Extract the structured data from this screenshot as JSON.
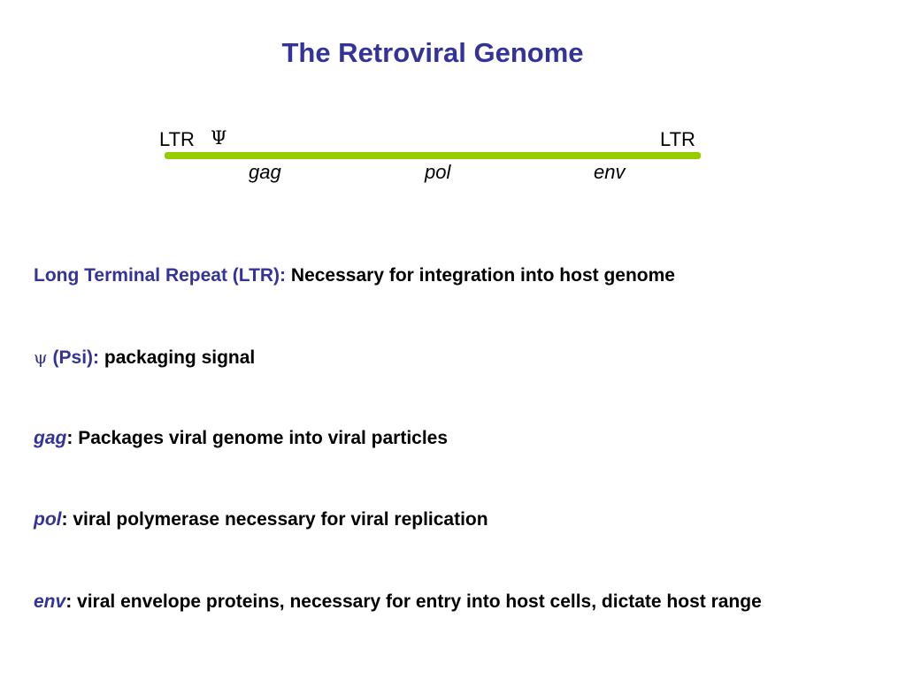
{
  "slide": {
    "title": "The Retroviral Genome"
  },
  "genome": {
    "ltr_left": "LTR",
    "psi_symbol": "Ψ",
    "ltr_right": "LTR",
    "genes": [
      "gag",
      "pol",
      "env"
    ]
  },
  "definitions": [
    {
      "term": "Long Terminal Repeat (LTR):",
      "text": "Necessary for integration into host genome"
    },
    {
      "symbol": "ψ",
      "term": "(Psi):",
      "text": "packaging signal"
    },
    {
      "term": "gag",
      "separator": ":",
      "text": "Packages viral genome into viral particles"
    },
    {
      "term": "pol",
      "separator": ":",
      "text": "viral polymerase necessary for viral replication"
    },
    {
      "term": "env",
      "separator": ":",
      "text": "viral envelope proteins, necessary for entry into host cells, dictate host range"
    }
  ],
  "colors": {
    "title": "#333399",
    "term": "#333399",
    "genome_bar": "#99cc00",
    "body_text": "#000000"
  }
}
